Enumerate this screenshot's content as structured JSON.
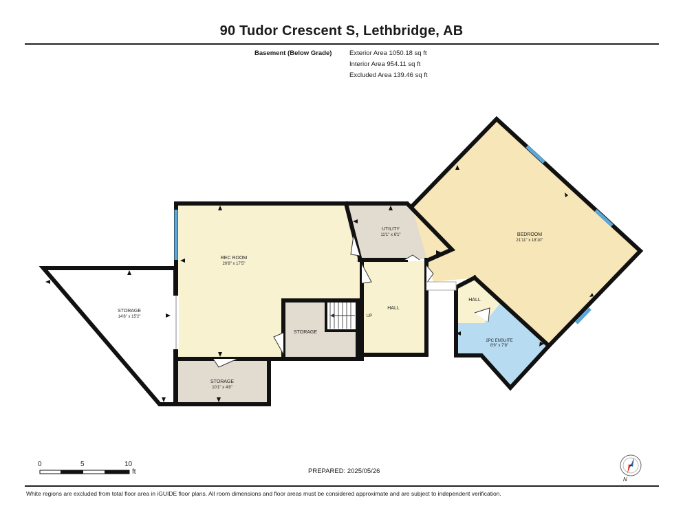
{
  "header": {
    "title": "90 Tudor Crescent S, Lethbridge, AB",
    "level_label": "Basement (Below Grade)",
    "exterior_area": "Exterior Area 1050.18 sq ft",
    "interior_area": "Interior Area 954.11 sq ft",
    "excluded_area": "Excluded Area 139.46 sq ft"
  },
  "rooms": {
    "rec_room": {
      "name": "REC ROOM",
      "dims": "20'8\" x 17'5\""
    },
    "utility": {
      "name": "UTILITY",
      "dims": "11'1\" x 6'1\""
    },
    "bedroom": {
      "name": "BEDROOM",
      "dims": "21'11\" x 18'10\""
    },
    "storage_west": {
      "name": "STORAGE",
      "dims": "14'8\" x 15'2\""
    },
    "storage_mid": {
      "name": "STORAGE"
    },
    "storage_south": {
      "name": "STORAGE",
      "dims": "10'1\" x 4'8\""
    },
    "hall_center": {
      "name": "HALL"
    },
    "hall_east": {
      "name": "HALL"
    },
    "ensuite": {
      "name": "2PC ENSUITE",
      "dims": "8'9\" x 7'8\""
    },
    "stairs": {
      "name": "UP"
    }
  },
  "scale": {
    "ticks": [
      "0",
      "5",
      "10"
    ],
    "unit": "ft"
  },
  "prepared": "PREPARED: 2025/05/26",
  "compass": {
    "label": "N"
  },
  "footer": {
    "disclaimer": "White regions are excluded from total floor area in iGUIDE floor plans. All room dimensions and floor areas must be considered approximate and are subject to independent verification."
  },
  "colors": {
    "yellow_room": "#f8f2d0",
    "bedroom": "#f7e6b8",
    "storage": "#e2dcd0",
    "ensuite": "#b7dcf2",
    "window": "#5ba7d9",
    "wall": "#111111"
  }
}
